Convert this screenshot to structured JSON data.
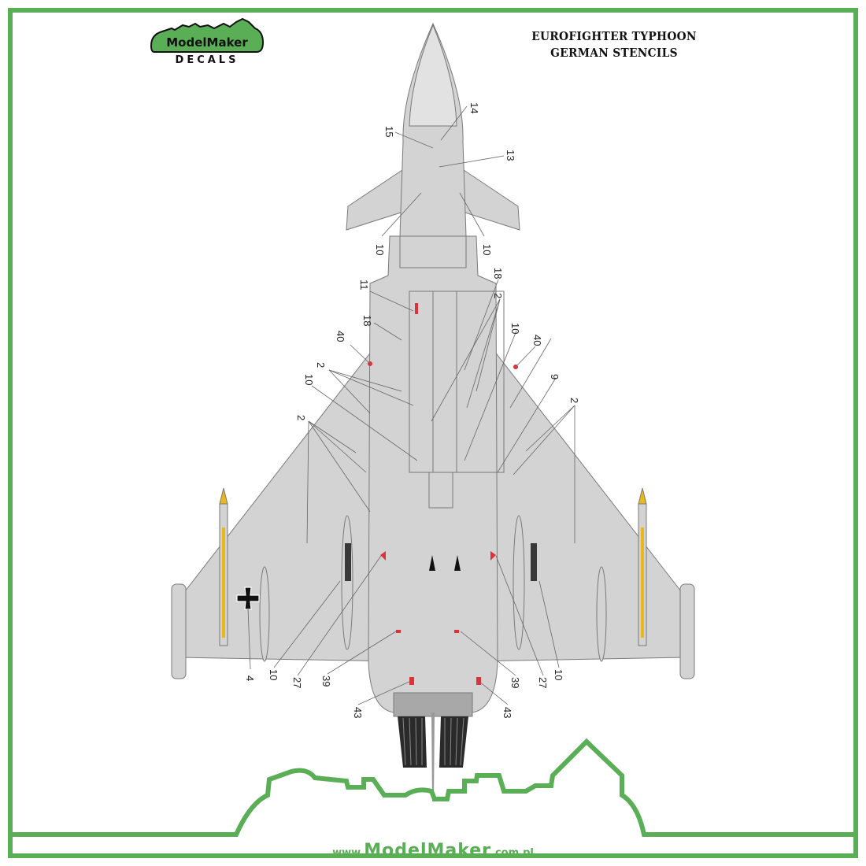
{
  "header": {
    "logo": {
      "line1": "ModelMaker",
      "line2": "DECALS"
    },
    "title_line1": "EUROFIGHTER TYPHOON",
    "title_line2": "GERMAN STENCILS"
  },
  "footer": {
    "url_prefix": "www.",
    "url_brand": "ModelMaker",
    "url_suffix": ".com.pl"
  },
  "colors": {
    "frame_green": "#5aae55",
    "aircraft_gray": "#d3d3d3",
    "outline_gray": "#7a7a7a",
    "missile_yellow": "#e8b81c",
    "stencil_red": "#e0303a",
    "nozzle_dark": "#2a2a2a"
  },
  "callouts": [
    {
      "id": "c14a",
      "label": "14"
    },
    {
      "id": "c15",
      "label": "15"
    },
    {
      "id": "c13",
      "label": "13"
    },
    {
      "id": "c10a",
      "label": "10"
    },
    {
      "id": "c10b",
      "label": "10"
    },
    {
      "id": "c11",
      "label": "11"
    },
    {
      "id": "c18a",
      "label": "18"
    },
    {
      "id": "c18b",
      "label": "18"
    },
    {
      "id": "c40a",
      "label": "40"
    },
    {
      "id": "c40b",
      "label": "40"
    },
    {
      "id": "c2a",
      "label": "2"
    },
    {
      "id": "c10c",
      "label": "10"
    },
    {
      "id": "c2b",
      "label": "2"
    },
    {
      "id": "c2c",
      "label": "2"
    },
    {
      "id": "c10d",
      "label": "10"
    },
    {
      "id": "c9",
      "label": "9"
    },
    {
      "id": "c2d",
      "label": "2"
    },
    {
      "id": "c4",
      "label": "4"
    },
    {
      "id": "c10e",
      "label": "10"
    },
    {
      "id": "c27a",
      "label": "27"
    },
    {
      "id": "c39a",
      "label": "39"
    },
    {
      "id": "c43a",
      "label": "43"
    },
    {
      "id": "c43b",
      "label": "43"
    },
    {
      "id": "c39b",
      "label": "39"
    },
    {
      "id": "c27b",
      "label": "27"
    },
    {
      "id": "c10f",
      "label": "10"
    }
  ]
}
